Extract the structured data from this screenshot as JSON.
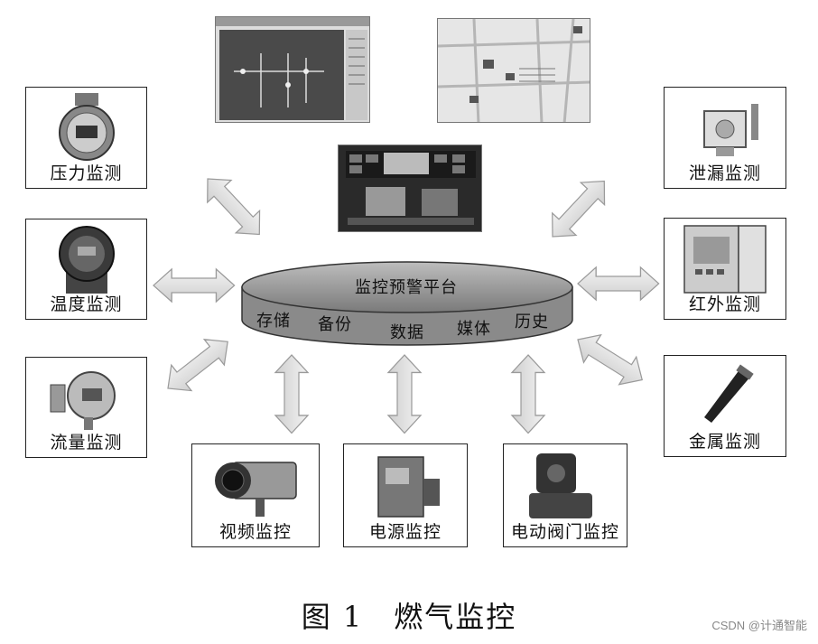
{
  "platform": {
    "title": "监控预警平台",
    "items": [
      "存储",
      "备份",
      "数据",
      "媒体",
      "历史"
    ]
  },
  "sensors": {
    "pressure": "压力监测",
    "temperature": "温度监测",
    "flow": "流量监测",
    "leak": "泄漏监测",
    "infrared": "红外监测",
    "metal": "金属监测",
    "video": "视频监控",
    "power": "电源监控",
    "valve": "电动阀门监控"
  },
  "caption": "图 1　燃气监控",
  "watermark": "CSDN @计通智能"
}
